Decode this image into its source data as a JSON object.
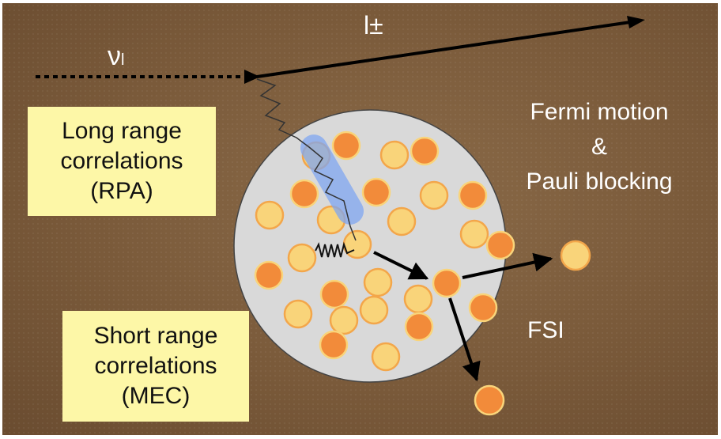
{
  "labels": {
    "neutrino": "ν",
    "neutrino_sub": "l",
    "lepton": "l±",
    "fermi_1": "Fermi motion",
    "fermi_2": "&",
    "fermi_3": "Pauli blocking",
    "fsi": "FSI"
  },
  "boxes": {
    "long_range": [
      "Long range",
      "correlations",
      "(RPA)"
    ],
    "short_range": [
      "Short range",
      "correlations",
      "(MEC)"
    ]
  },
  "colors": {
    "background": "#7a5a3a",
    "box": "#fdf7a7",
    "nucleus": "#d9d9d9",
    "proton": "#f28b3a",
    "neutron": "#f9d47a",
    "highlight": "#7fa6f0"
  }
}
